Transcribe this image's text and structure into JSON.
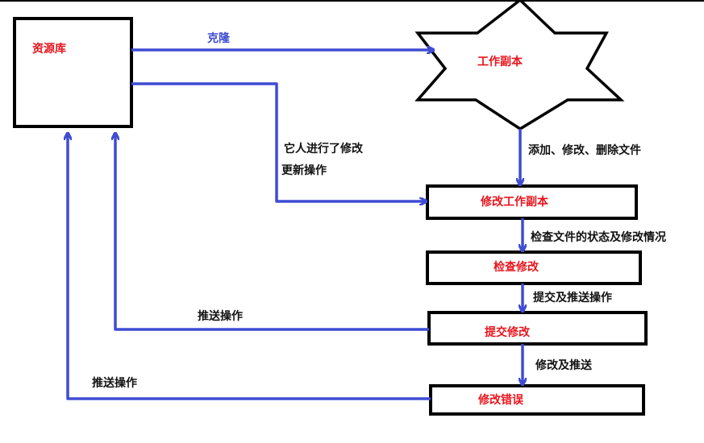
{
  "nodes": {
    "repository": "资源库",
    "working_copy": "工作副本",
    "modify_working_copy": "修改工作副本",
    "check_modify": "检查修改",
    "commit_modify": "提交修改",
    "fix_error": "修改错误"
  },
  "edges": {
    "clone": "克隆",
    "add_modify_delete": "添加、修改、删除文件",
    "others_modified_line1": "它人进行了修改",
    "others_modified_line2": "更新操作",
    "check_status": "检查文件的状态及修改情况",
    "commit_push_op": "提交及推送操作",
    "push_op_1": "推送操作",
    "modify_push": "修改及推送",
    "push_op_2": "推送操作"
  },
  "colors": {
    "arrow": "#3f4cd3",
    "node_text": "#e8141c",
    "edge_text": "#111111",
    "border": "#000000"
  }
}
